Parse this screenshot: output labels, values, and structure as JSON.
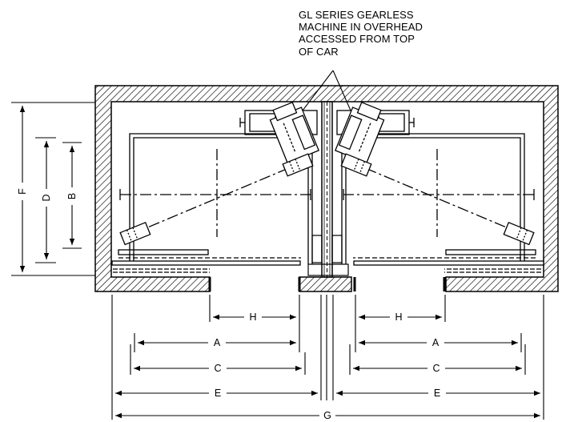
{
  "callout": {
    "lines": [
      "GL SERIES GEARLESS",
      "MACHINE IN OVERHEAD",
      "ACCESSED FROM TOP",
      "OF CAR"
    ]
  },
  "dimensions": {
    "F": "F",
    "D": "D",
    "B": "B",
    "H_left": "H",
    "H_right": "H",
    "A_left": "A",
    "A_right": "A",
    "C_left": "C",
    "C_right": "C",
    "E_left": "E",
    "E_right": "E",
    "G": "G"
  }
}
